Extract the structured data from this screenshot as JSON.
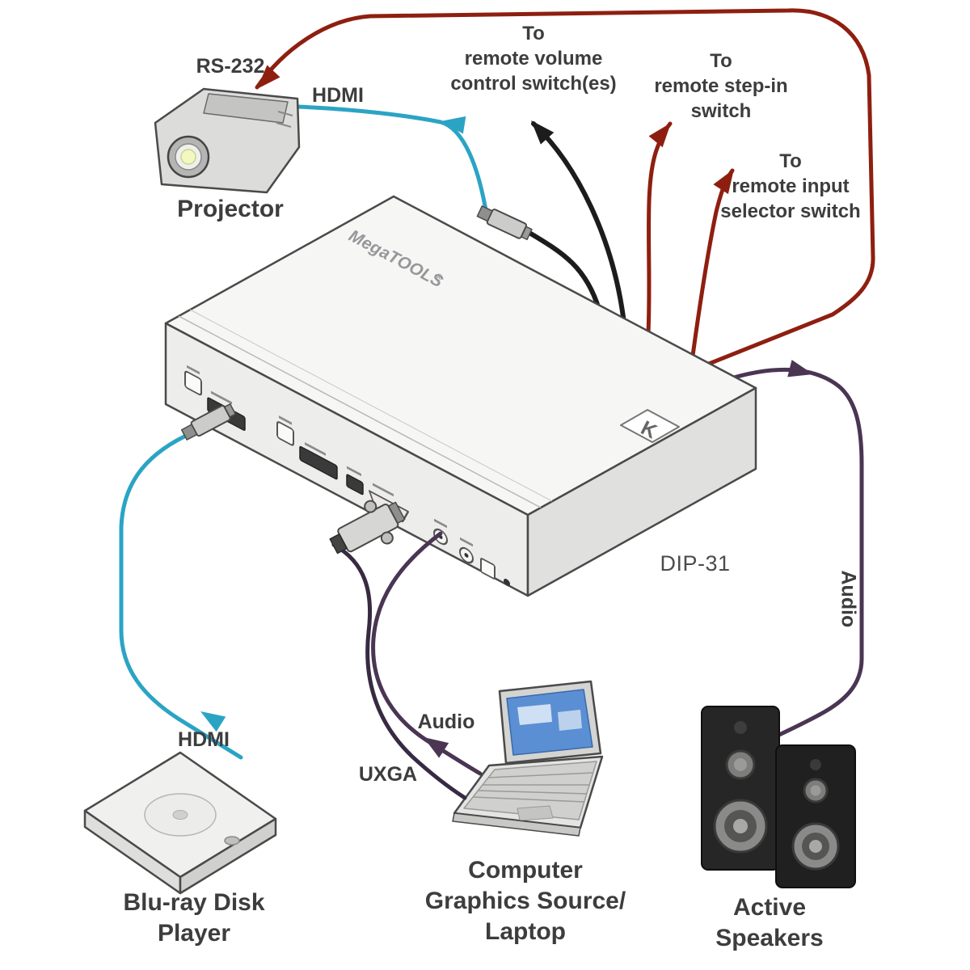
{
  "diagram": {
    "device": {
      "model": "DIP-31",
      "brand": "MegaTOOLS",
      "brand_mark": "®",
      "logo_letter": "K"
    },
    "peripherals": {
      "projector": "Projector",
      "bluray": "Blu-ray Disk\nPlayer",
      "laptop": "Computer\nGraphics Source/\nLaptop",
      "speakers": "Active\nSpeakers"
    },
    "cables": {
      "rs232": "RS-232",
      "hdmi_top": "HDMI",
      "hdmi_bottom": "HDMI",
      "audio_laptop": "Audio",
      "audio_speakers": "Audio",
      "uxga": "UXGA"
    },
    "remotes": {
      "volume": "To\nremote volume\ncontrol switch(es)",
      "step_in": "To\nremote step-in\nswitch",
      "input_selector": "To\nremote input\nselector switch"
    },
    "colors": {
      "hdmi": "#2ba4c4",
      "control": "#8e1f10",
      "audio": "#4a3553",
      "uxga": "#382a42",
      "cable": "#1c1c1c"
    }
  }
}
